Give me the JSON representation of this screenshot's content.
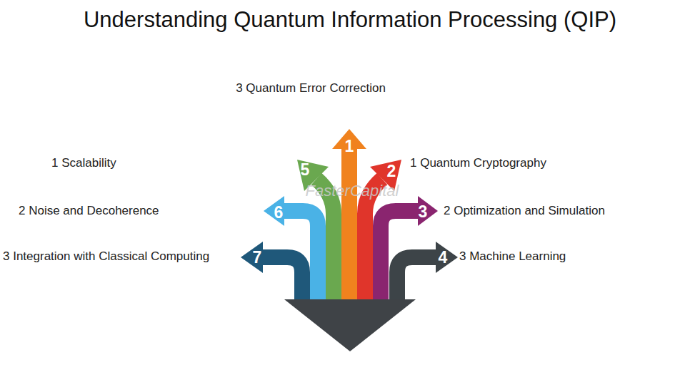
{
  "diagram": {
    "title": "Understanding Quantum Information Processing (QIP)",
    "labels": [
      "3 Quantum Error Correction",
      "1 Scalability",
      "2 Noise and Decoherence",
      "3 Integration with Classical Computing",
      "1 Quantum Cryptography",
      "2 Optimization and Simulation",
      "3 Machine Learning",
      "1",
      "2",
      "3",
      "4",
      "5",
      "6",
      "7",
      "FasterCapital"
    ]
  }
}
